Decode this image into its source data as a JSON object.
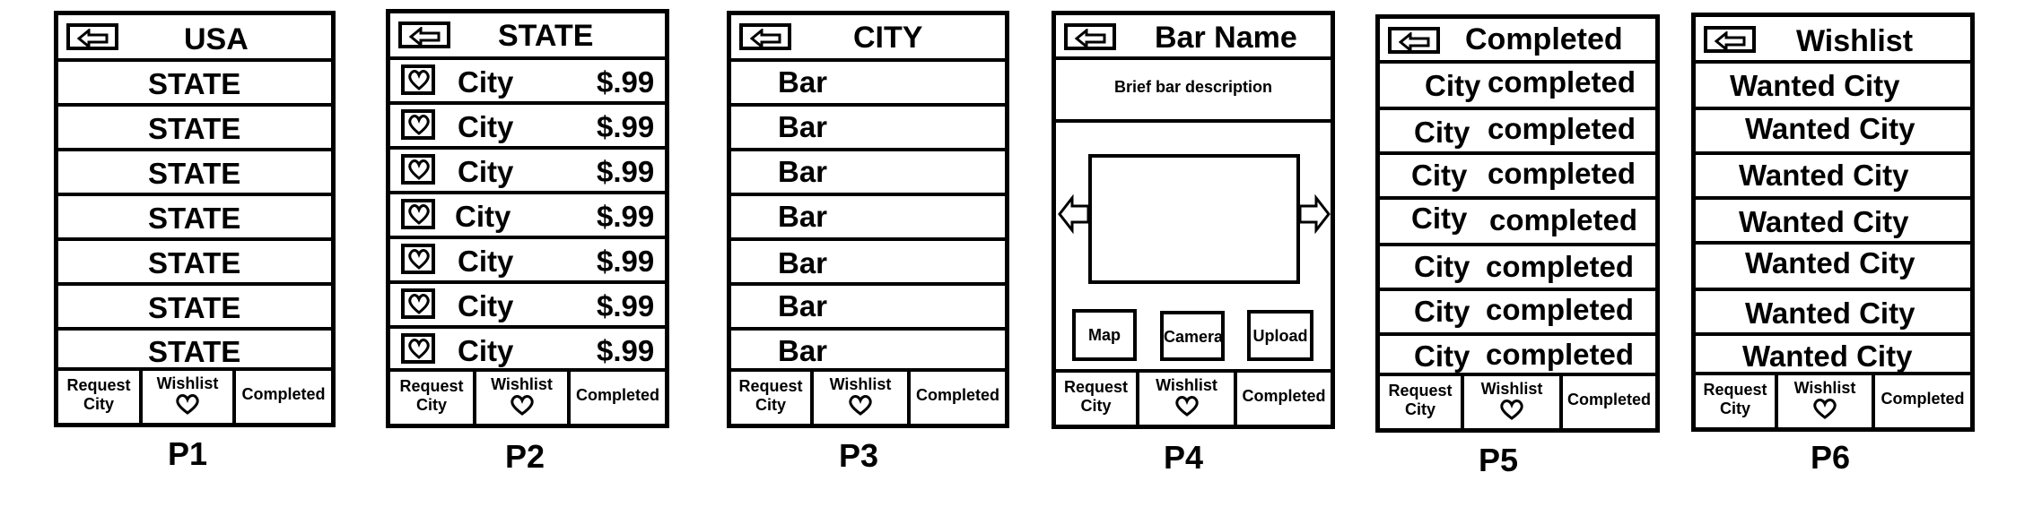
{
  "nav": {
    "request_line1": "Request",
    "request_line2": "City",
    "wishlist": "Wishlist",
    "completed": "Completed"
  },
  "p1": {
    "caption": "P1",
    "title": "USA",
    "rows": [
      "STATE",
      "STATE",
      "STATE",
      "STATE",
      "STATE",
      "STATE",
      "STATE"
    ]
  },
  "p2": {
    "caption": "P2",
    "title": "STATE",
    "rows": [
      {
        "name": "City",
        "price": "$.99"
      },
      {
        "name": "City",
        "price": "$.99"
      },
      {
        "name": "City",
        "price": "$.99"
      },
      {
        "name": "City",
        "price": "$.99"
      },
      {
        "name": "City",
        "price": "$.99"
      },
      {
        "name": "City",
        "price": "$.99"
      },
      {
        "name": "City",
        "price": "$.99"
      }
    ]
  },
  "p3": {
    "caption": "P3",
    "title": "CITY",
    "rows": [
      "Bar",
      "Bar",
      "Bar",
      "Bar",
      "Bar",
      "Bar",
      "Bar"
    ]
  },
  "p4": {
    "caption": "P4",
    "title": "Bar Name",
    "description": "Brief bar description",
    "buttons": {
      "map": "Map",
      "camera": "Camera",
      "upload": "Upload"
    }
  },
  "p5": {
    "caption": "P5",
    "title": "Completed",
    "rows": [
      {
        "city": "City",
        "status": "completed"
      },
      {
        "city": "City",
        "status": "completed"
      },
      {
        "city": "City",
        "status": "completed"
      },
      {
        "city": "City",
        "status": "completed"
      },
      {
        "city": "City",
        "status": "completed"
      },
      {
        "city": "City",
        "status": "completed"
      },
      {
        "city": "City",
        "status": "completed"
      }
    ]
  },
  "p6": {
    "caption": "P6",
    "title": "Wishlist",
    "rows": [
      "Wanted City",
      "Wanted City",
      "Wanted City",
      "Wanted City",
      "Wanted City",
      "Wanted City",
      "Wanted City"
    ]
  }
}
